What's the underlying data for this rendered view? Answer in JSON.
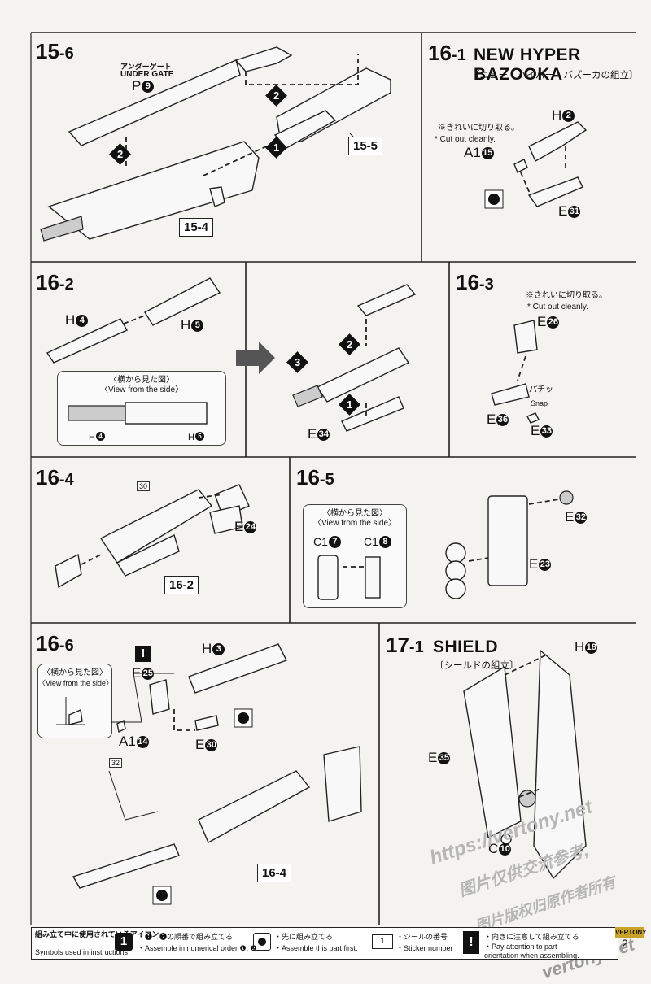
{
  "step_15_6": {
    "num": "15",
    "sub": "-6",
    "under_gate_jp": "アンダーゲート",
    "under_gate_en": "UNDER GATE",
    "part_p": "P",
    "part_p_num": "9",
    "ref_a": "15-5",
    "ref_b": "15-4",
    "arrow1": "1",
    "arrow2a": "2",
    "arrow2b": "2"
  },
  "step_16_1": {
    "num": "16",
    "sub": "-1",
    "title": "NEW HYPER BAZOOKA",
    "subtitle": "〔ニュー・ハイパー・バズーカの組立〕",
    "note_jp": "※きれいに切り取る。",
    "note_en": "* Cut out cleanly.",
    "h": "H",
    "h_num": "2",
    "a1": "A1",
    "a1_num": "15",
    "e": "E",
    "e_num": "31"
  },
  "step_16_2": {
    "num": "16",
    "sub": "-2",
    "h4": "H",
    "h4_num": "4",
    "h5": "H",
    "h5_num": "5",
    "view_jp": "〈横から見た図〉",
    "view_en": "〈View from the side〉",
    "vh4": "H",
    "vh4_num": "4",
    "vh5": "H",
    "vh5_num": "5",
    "e34": "E",
    "e34_num": "34",
    "arrow1": "1",
    "arrow2": "2",
    "arrow3": "3"
  },
  "step_16_3": {
    "num": "16",
    "sub": "-3",
    "note_jp": "※きれいに切り取る。",
    "note_en": "* Cut out cleanly.",
    "e26": "E",
    "e26_num": "26",
    "e36": "E",
    "e36_num": "36",
    "e33": "E",
    "e33_num": "33",
    "snap_jp": "パチッ",
    "snap_en": "Snap"
  },
  "step_16_4": {
    "num": "16",
    "sub": "-4",
    "sticker": "30",
    "e24": "E",
    "e24_num": "24",
    "ref": "16-2"
  },
  "step_16_5": {
    "num": "16",
    "sub": "-5",
    "view_jp": "〈横から見た図〉",
    "view_en": "〈View from the side〉",
    "c17": "C1",
    "c17_num": "7",
    "c18": "C1",
    "c18_num": "8",
    "e32": "E",
    "e32_num": "32",
    "e23": "E",
    "e23_num": "23"
  },
  "step_16_6": {
    "num": "16",
    "sub": "-6",
    "h3": "H",
    "h3_num": "3",
    "e25": "E",
    "e25_num": "25",
    "view_jp": "〈横から見た図〉",
    "view_en": "〈View from the side〉",
    "a1": "A1",
    "a1_num": "14",
    "e30": "E",
    "e30_num": "30",
    "sticker": "32",
    "ref": "16-4",
    "caution": "!"
  },
  "step_17_1": {
    "num": "17",
    "sub": "-1",
    "title": "SHIELD",
    "subtitle": "〔シールドの組立〕",
    "h18": "H",
    "h18_num": "18",
    "e35": "E",
    "e35_num": "35",
    "c10": "C",
    "c10_num": "10"
  },
  "legend": {
    "head_jp": "組み立て中に使用されているアイコン",
    "head_en": "Symbols used in instructions",
    "icon1": "1",
    "item1_jp": "・❶→❷の順番で組み立てる",
    "item1_en": "・Assemble in numerical order ❶, ❷...",
    "item2_jp": "・先に組み立てる",
    "item2_en": "・Assemble this part first.",
    "item3_box": "1",
    "item3_jp": "・シールの番号",
    "item3_en": "・Sticker number",
    "item4_icon": "!",
    "item4_jp": "・向きに注意して組み立てる",
    "item4_en": "・Pay attention to part orientation when assembling.",
    "page_no": "2"
  },
  "watermark": {
    "url": "https://vertony.net",
    "cn1": "图片仅供交流参考,",
    "cn2": "图片版权归原作者所有",
    "site": "vertony.net",
    "badge": "VERTONY"
  }
}
